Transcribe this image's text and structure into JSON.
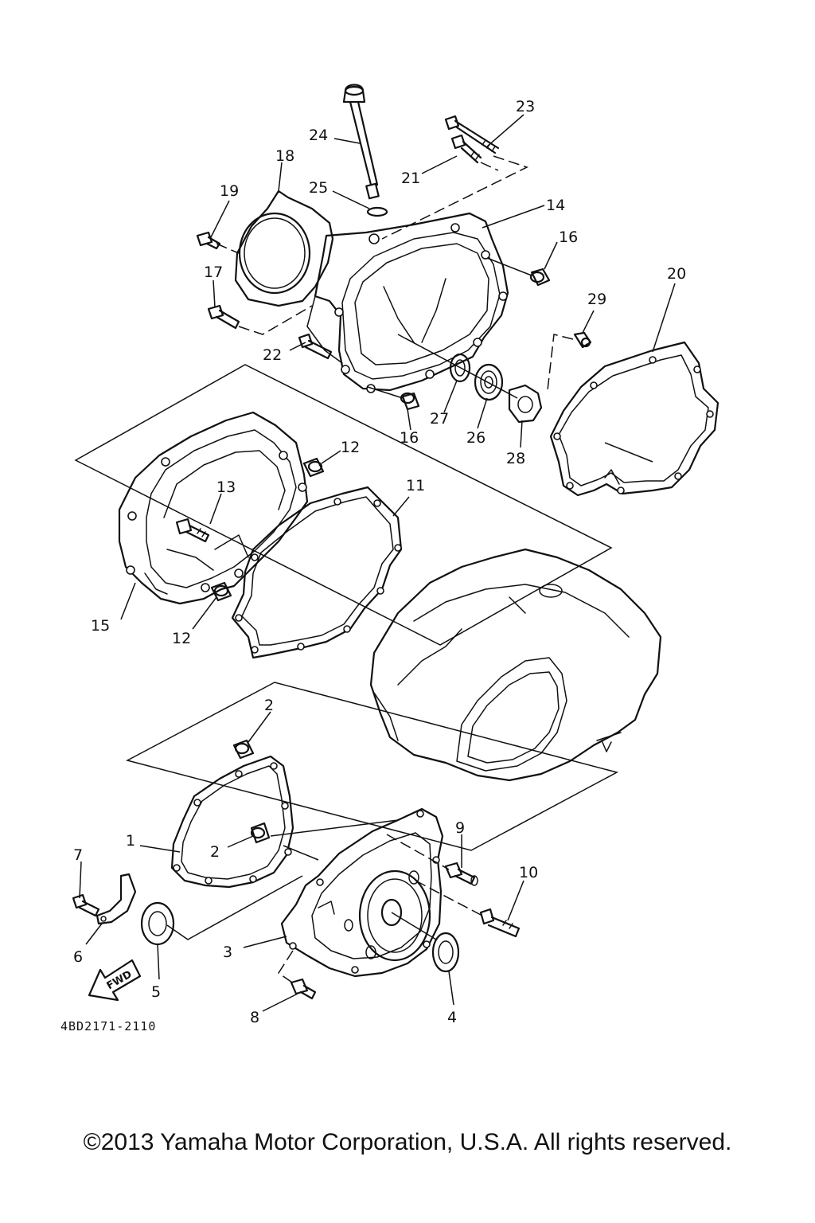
{
  "diagram_code": "4BD2171-2110",
  "fwd_label": "FWD",
  "copyright": "©2013 Yamaha Motor Corporation, U.S.A. All rights reserved.",
  "callouts": {
    "c1": "1",
    "c2a": "2",
    "c2b": "2",
    "c3": "3",
    "c4": "4",
    "c5": "5",
    "c6": "6",
    "c7": "7",
    "c8": "8",
    "c9": "9",
    "c10": "10",
    "c11": "11",
    "c12a": "12",
    "c12b": "12",
    "c13": "13",
    "c14": "14",
    "c15": "15",
    "c16a": "16",
    "c16b": "16",
    "c17": "17",
    "c18": "18",
    "c19": "19",
    "c20": "20",
    "c21": "21",
    "c22": "22",
    "c23": "23",
    "c24": "24",
    "c25": "25",
    "c26": "26",
    "c27": "27",
    "c28": "28",
    "c29": "29"
  }
}
